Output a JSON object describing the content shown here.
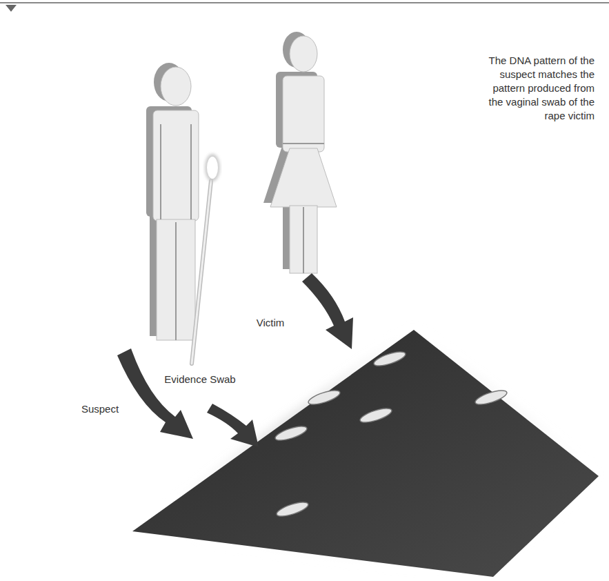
{
  "diagram": {
    "labels": [
      "Suspect",
      "Evidence Swab",
      "Victim",
      "The DNA pattern of the suspect matches the pattern produced from the vaginal swab of the rape victim"
    ]
  }
}
